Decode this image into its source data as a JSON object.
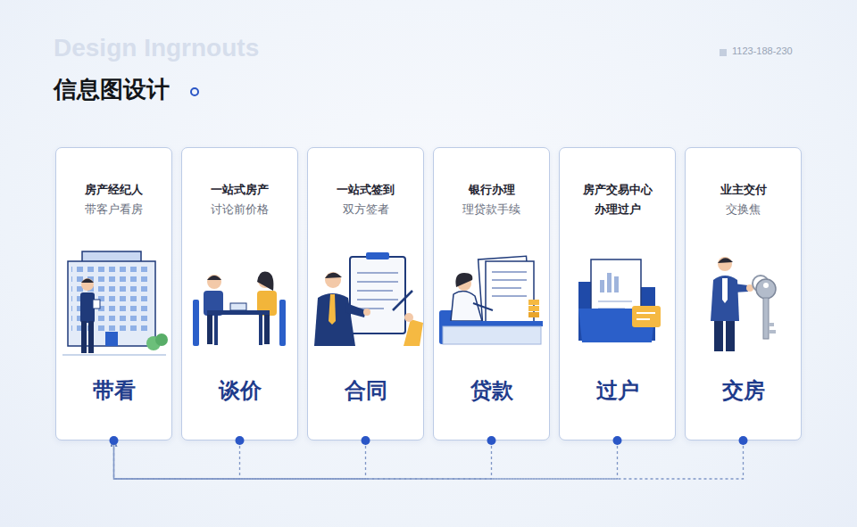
{
  "diagram": {
    "title": "信息图设计",
    "nodes": [
      {
        "text": [
          "房产经纪人",
          "带客户看房",
          "带看"
        ]
      },
      {
        "text": [
          "一站式房产",
          "讨论前价格",
          "谈价"
        ]
      },
      {
        "text": [
          "一站式签到",
          "双方签者",
          "合同"
        ]
      },
      {
        "text": [
          "银行办理",
          "理贷款手续",
          "贷款"
        ]
      },
      {
        "text": [
          "房产交易中心 办理过户",
          "过户"
        ]
      },
      {
        "text": [
          "业主交付",
          "交换焦",
          "交房"
        ]
      }
    ],
    "edges": [
      {
        "from": 1,
        "to": 0,
        "arrow": "to"
      },
      {
        "from": 2,
        "to": 0,
        "arrow": "to"
      },
      {
        "from": 3,
        "to": 0,
        "arrow": "to"
      },
      {
        "from": 4,
        "to": 0,
        "arrow": "to"
      },
      {
        "from": 5,
        "to": 0,
        "arrow": "to"
      }
    ],
    "labels": [
      "Design Ingrnouts",
      "1123-188-230"
    ]
  }
}
